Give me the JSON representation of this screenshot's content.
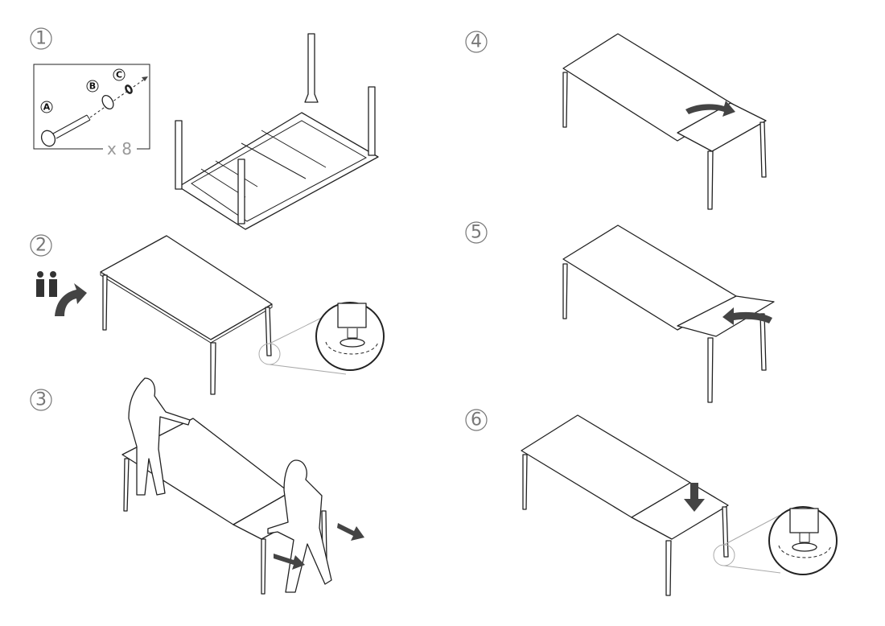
{
  "steps": [
    {
      "number": "1"
    },
    {
      "number": "2"
    },
    {
      "number": "3"
    },
    {
      "number": "4"
    },
    {
      "number": "5"
    },
    {
      "number": "6"
    }
  ],
  "parts": {
    "a": "A",
    "b": "B",
    "c": "C",
    "quantity": "x 8"
  }
}
